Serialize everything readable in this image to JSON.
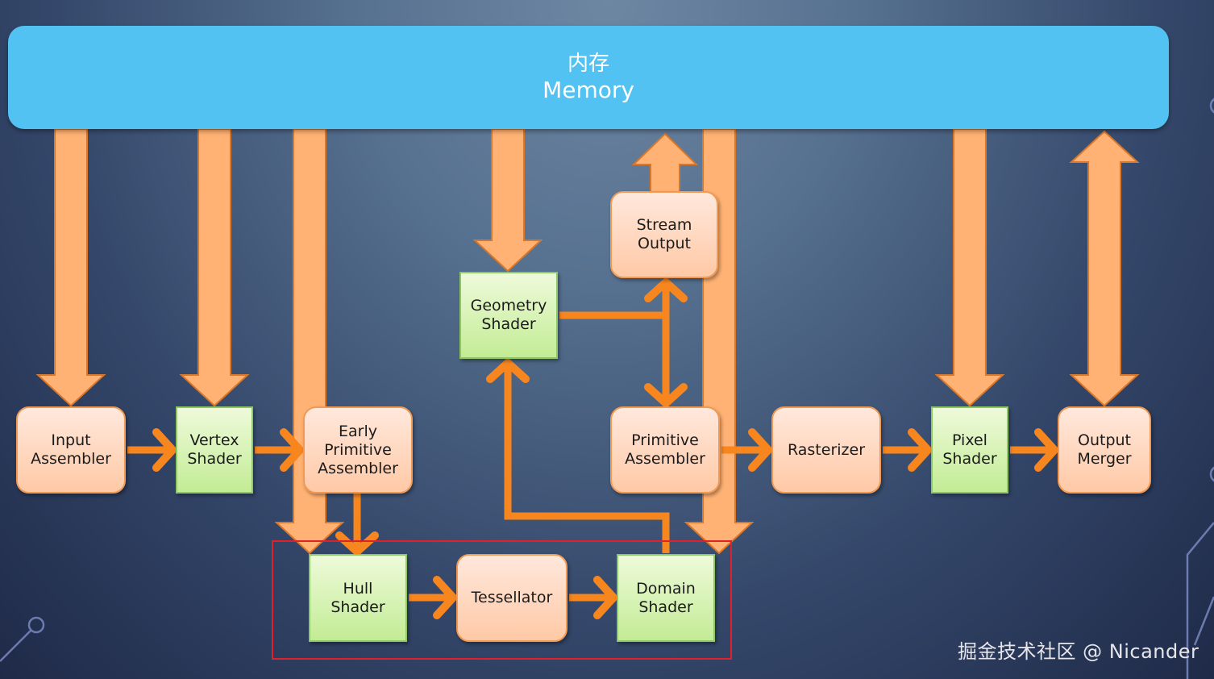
{
  "memory": {
    "label_zh": "内存",
    "label_en": "Memory",
    "color": "#52c2f3"
  },
  "nodes": {
    "input_assembler": {
      "label": "Input\nAssembler",
      "kind": "fixed-stage"
    },
    "vertex_shader": {
      "label": "Vertex\nShader",
      "kind": "programmable-shader"
    },
    "early_primitive_assembler": {
      "label": "Early\nPrimitive\nAssembler",
      "kind": "fixed-stage"
    },
    "geometry_shader": {
      "label": "Geometry\nShader",
      "kind": "programmable-shader"
    },
    "stream_output": {
      "label": "Stream\nOutput",
      "kind": "fixed-stage"
    },
    "primitive_assembler": {
      "label": "Primitive\nAssembler",
      "kind": "fixed-stage"
    },
    "rasterizer": {
      "label": "Rasterizer",
      "kind": "fixed-stage"
    },
    "pixel_shader": {
      "label": "Pixel\nShader",
      "kind": "programmable-shader"
    },
    "output_merger": {
      "label": "Output\nMerger",
      "kind": "fixed-stage"
    },
    "hull_shader": {
      "label": "Hull\nShader",
      "kind": "programmable-shader"
    },
    "tessellator": {
      "label": "Tessellator",
      "kind": "fixed-stage"
    },
    "domain_shader": {
      "label": "Domain\nShader",
      "kind": "programmable-shader"
    }
  },
  "edges": [
    {
      "from": "memory",
      "to": "input_assembler",
      "style": "memory-read"
    },
    {
      "from": "memory",
      "to": "vertex_shader",
      "style": "memory-read"
    },
    {
      "from": "memory",
      "to": "hull_shader",
      "style": "memory-read"
    },
    {
      "from": "memory",
      "to": "geometry_shader",
      "style": "memory-read"
    },
    {
      "from": "stream_output",
      "to": "memory",
      "style": "memory-write"
    },
    {
      "from": "memory",
      "to": "domain_shader",
      "style": "memory-read"
    },
    {
      "from": "memory",
      "to": "pixel_shader",
      "style": "memory-read"
    },
    {
      "from": "memory",
      "to": "output_merger",
      "style": "memory-read-write"
    },
    {
      "from": "input_assembler",
      "to": "vertex_shader",
      "style": "flow"
    },
    {
      "from": "vertex_shader",
      "to": "early_primitive_assembler",
      "style": "flow"
    },
    {
      "from": "early_primitive_assembler",
      "to": "hull_shader",
      "style": "flow"
    },
    {
      "from": "hull_shader",
      "to": "tessellator",
      "style": "flow"
    },
    {
      "from": "tessellator",
      "to": "domain_shader",
      "style": "flow"
    },
    {
      "from": "domain_shader",
      "to": "geometry_shader",
      "style": "flow"
    },
    {
      "from": "geometry_shader",
      "to": "stream_output",
      "style": "flow"
    },
    {
      "from": "geometry_shader",
      "to": "primitive_assembler",
      "style": "flow"
    },
    {
      "from": "primitive_assembler",
      "to": "rasterizer",
      "style": "flow"
    },
    {
      "from": "rasterizer",
      "to": "pixel_shader",
      "style": "flow"
    },
    {
      "from": "pixel_shader",
      "to": "output_merger",
      "style": "flow"
    }
  ],
  "highlight": {
    "label": "tessellation-stages",
    "color": "#e0202a",
    "contains": [
      "hull_shader",
      "tessellator",
      "domain_shader"
    ]
  },
  "colors": {
    "memory_arrow_fill": "#ffb273",
    "memory_arrow_stroke": "#d9772a",
    "flow_arrow": "#f7861f",
    "stage_fill": "#ffd7bd",
    "shader_fill": "#d6f3b0"
  },
  "watermark": "掘金技术社区 @ Nicander"
}
